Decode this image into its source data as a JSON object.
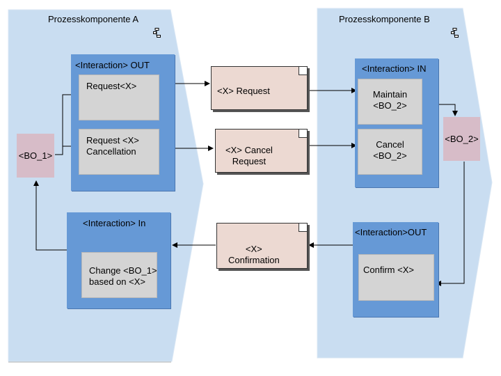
{
  "components": {
    "a": {
      "title": "Prozesskomponente A",
      "icon": "component-icon"
    },
    "b": {
      "title": "Prozesskomponente B",
      "icon": "component-icon"
    }
  },
  "interfaces": {
    "a_out": "<Interaction> OUT",
    "a_in": "<Interaction> In",
    "b_in": "<Interaction> IN",
    "b_out": "<Interaction>OUT"
  },
  "operations": {
    "request": [
      "Request<X>"
    ],
    "request_cancel": [
      "Request <X>",
      "Cancellation"
    ],
    "change": [
      "Change <BO_1>",
      "based on <X>"
    ],
    "maintain": [
      "Maintain",
      "<BO_2>"
    ],
    "cancel": [
      "Cancel",
      "<BO_2>"
    ],
    "confirm": [
      "Confirm <X>"
    ]
  },
  "messages": {
    "request": [
      "<X> Request"
    ],
    "cancel_request": [
      "<X> Cancel",
      "Request"
    ],
    "confirmation": [
      "<X>",
      "Confirmation"
    ]
  },
  "business_objects": {
    "bo1": "<BO_1>",
    "bo2": "<BO_2>"
  },
  "colors": {
    "component_bg": "#c9ddf1",
    "interface_bg": "#6699d6",
    "operation_bg": "#d4d4d4",
    "message_bg": "#ecd9d2",
    "bo_bg": "#d7bcc8"
  }
}
